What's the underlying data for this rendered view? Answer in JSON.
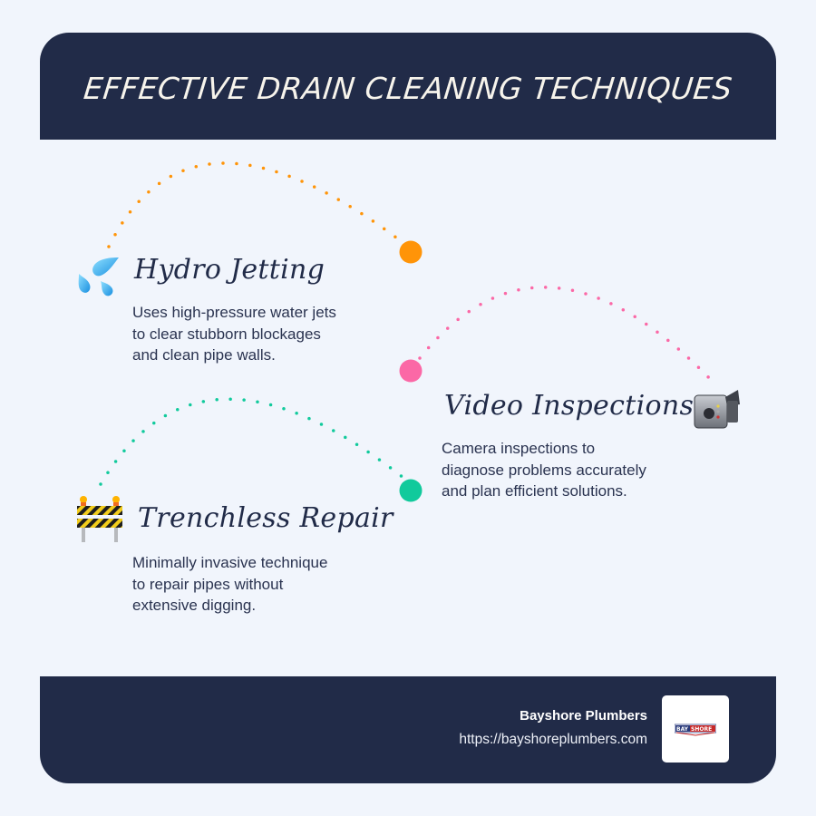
{
  "header": {
    "title": "EFFECTIVE DRAIN CLEANING TECHNIQUES"
  },
  "items": [
    {
      "heading": "Hydro Jetting",
      "icon": "water-droplets-icon",
      "accent": "#ff9408",
      "desc": [
        "Uses high-pressure water jets",
        "to clear stubborn blockages",
        "and clean pipe walls."
      ]
    },
    {
      "heading": "Video Inspections",
      "icon": "video-camera-icon",
      "accent": "#fb68a6",
      "desc": [
        "Camera inspections to",
        "diagnose problems accurately",
        "and plan efficient solutions."
      ]
    },
    {
      "heading": "Trenchless Repair",
      "icon": "construction-barrier-icon",
      "accent": "#11ca9c",
      "desc": [
        "Minimally invasive technique",
        "to repair pipes without",
        "extensive digging."
      ]
    }
  ],
  "footer": {
    "brand": "Bayshore Plumbers",
    "url": "https://bayshoreplumbers.com",
    "logo_text": "BAYSHORE"
  },
  "colors": {
    "navy": "#212b48",
    "background": "#f1f5fc",
    "orange": "#ff9408",
    "pink": "#fb68a6",
    "teal": "#11ca9c"
  }
}
